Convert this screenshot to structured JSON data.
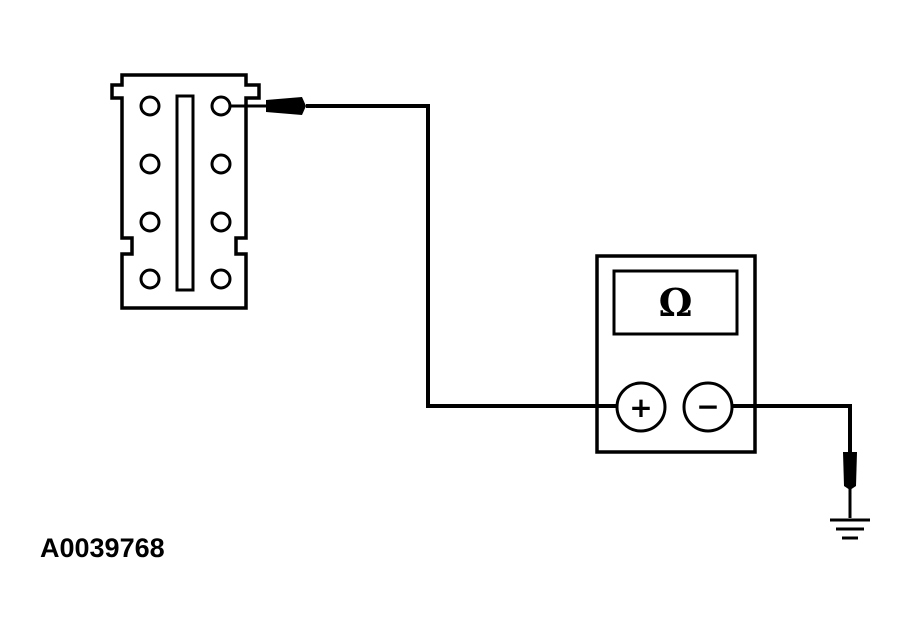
{
  "diagram": {
    "meter": {
      "display_symbol": "Ω",
      "positive_terminal": "+",
      "negative_terminal": "−"
    },
    "connector": {
      "pin_count": 8
    },
    "reference_number": "A0039768"
  }
}
